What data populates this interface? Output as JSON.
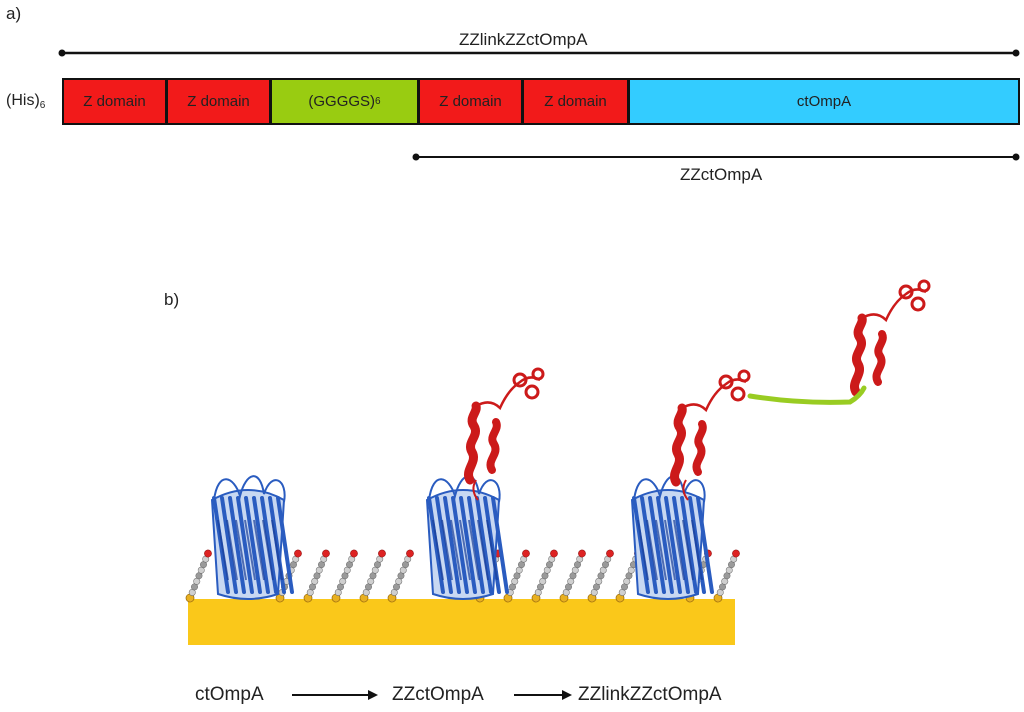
{
  "panel_a": {
    "label": "a)",
    "span_full": "ZZlinkZZctOmpA",
    "span_partial": "ZZctOmpA",
    "his_tag": "(His)",
    "his_sub": "6",
    "segments": [
      {
        "name": "segment-z-domain-1",
        "text": "Z domain",
        "sub": "",
        "color": "#f21a1a"
      },
      {
        "name": "segment-z-domain-2",
        "text": "Z domain",
        "sub": "",
        "color": "#f21a1a"
      },
      {
        "name": "segment-linker",
        "text": "(GGGGS)",
        "sub": "6",
        "color": "#99cc11"
      },
      {
        "name": "segment-z-domain-3",
        "text": "Z domain",
        "sub": "",
        "color": "#f21a1a"
      },
      {
        "name": "segment-z-domain-4",
        "text": "Z domain",
        "sub": "",
        "color": "#f21a1a"
      },
      {
        "name": "segment-ctompa",
        "text": "ctOmpA",
        "sub": "",
        "color": "#33ccff"
      }
    ]
  },
  "panel_b": {
    "label": "b)",
    "steps": [
      "ctOmpA",
      "ZZctOmpA",
      "ZZlinkZZctOmpA"
    ],
    "colors": {
      "surface": "#fac81a",
      "barrel": "#2a5cc0",
      "zdomain": "#cc1a1a",
      "linker": "#99cc22"
    }
  }
}
